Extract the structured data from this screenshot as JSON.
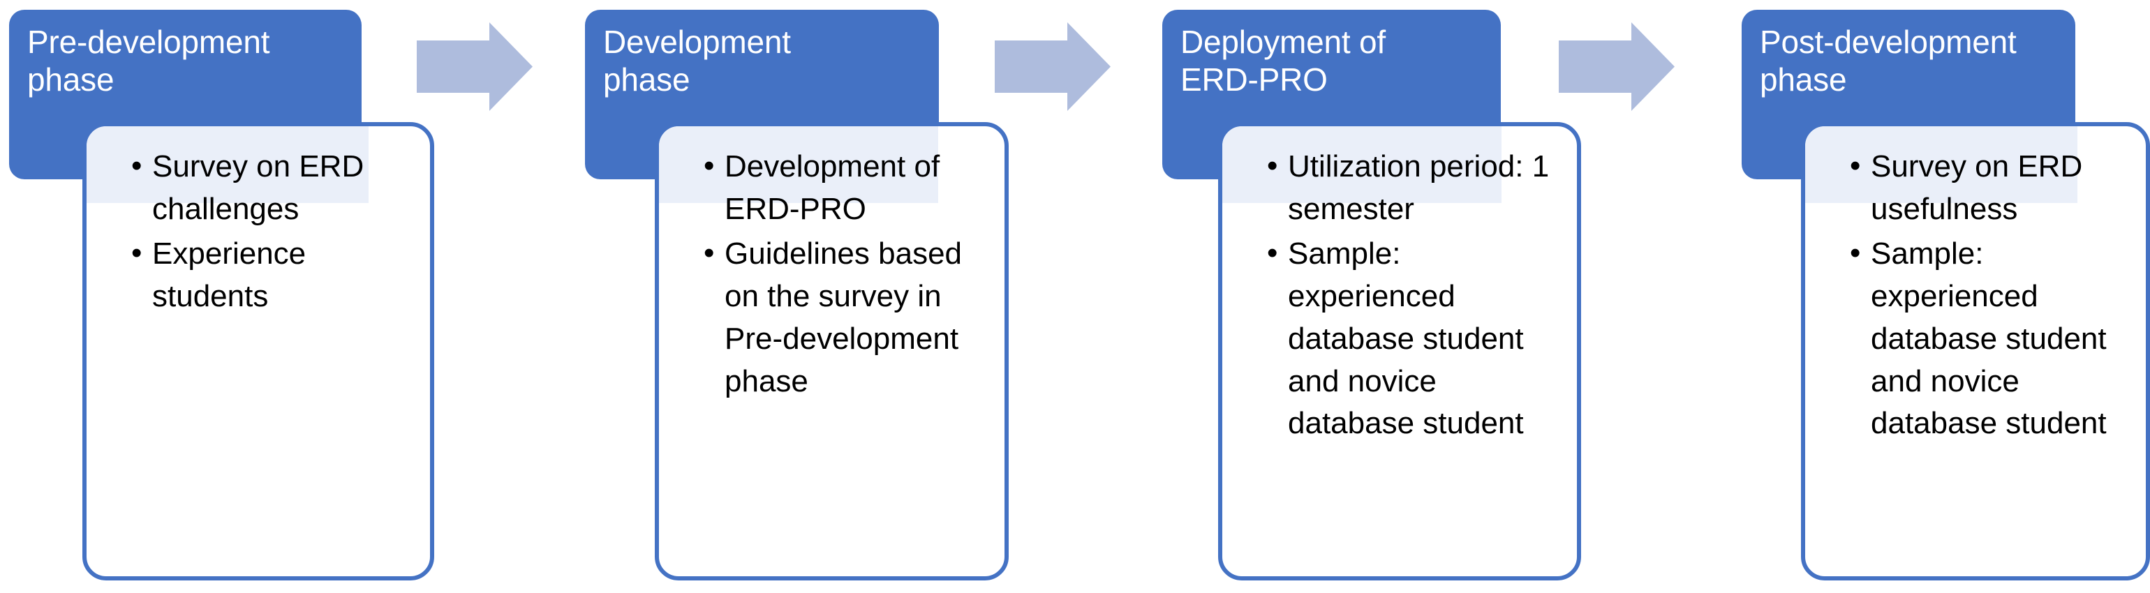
{
  "diagram": {
    "title": "ERD-PRO research phase flow",
    "colors": {
      "header_blue": "#4472C4",
      "card_border_blue": "#4472C4",
      "arrow_blue": "#AEBCDD",
      "card_background": "#FFFFFF",
      "card_tint": "#EAEFF9",
      "header_text": "#FFFFFF",
      "bullet_text": "#000000"
    },
    "bullet_glyph": "•",
    "phases": [
      {
        "id": "pre-development",
        "header": "Pre-development\nphase",
        "bullets": [
          "Survey on ERD challenges",
          "Experience students"
        ]
      },
      {
        "id": "development",
        "header": "Development\nphase",
        "bullets": [
          "Development of ERD-PRO",
          "Guidelines based on the survey in Pre-development phase"
        ]
      },
      {
        "id": "deployment",
        "header": "Deployment of\nERD-PRO",
        "bullets": [
          "Utilization period: 1 semester",
          "Sample: experienced database student and novice database student"
        ]
      },
      {
        "id": "post-development",
        "header": "Post-development\nphase",
        "bullets": [
          "Survey on ERD usefulness",
          "Sample: experienced database student and novice database student"
        ]
      }
    ],
    "connectors": [
      {
        "id": "arrow-1",
        "from": "pre-development",
        "to": "development",
        "direction": "right"
      },
      {
        "id": "arrow-2",
        "from": "development",
        "to": "deployment",
        "direction": "right"
      },
      {
        "id": "arrow-3",
        "from": "deployment",
        "to": "post-development",
        "direction": "right"
      }
    ]
  }
}
